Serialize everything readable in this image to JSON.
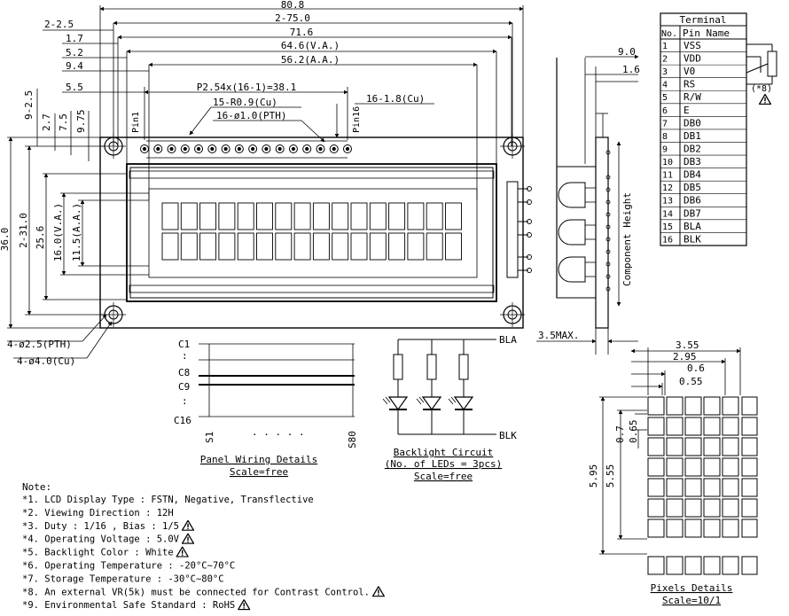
{
  "dims": {
    "top": [
      "80.8",
      "2-2.5",
      "2-75.0",
      "1.7",
      "71.6",
      "5.2",
      "64.6(V.A.)",
      "9.4",
      "56.2(A.A.)",
      "5.5",
      "P2.54x(16-1)=38.1"
    ],
    "pins": [
      "15-R0.9(Cu)",
      "16-ø1.0(PTH)",
      "16-1.8(Cu)"
    ],
    "pin1": "Pin1",
    "pin16": "Pin16",
    "left_vertical": [
      "9-2.5",
      "2.7",
      "7.5",
      "9.75",
      "36.0",
      "2-31.0",
      "25.6",
      "16.0(V.A.)",
      "11.5(A.A.)"
    ],
    "holes": [
      "4-ø2.5(PTH)",
      "4-ø4.0(Cu)"
    ],
    "side": [
      "9.0",
      "1.6",
      "3.5MAX.",
      "Component Height"
    ]
  },
  "terminal": {
    "title": "Terminal",
    "col_no": "No.",
    "col_pin": "Pin Name",
    "rows": [
      [
        "1",
        "VSS"
      ],
      [
        "2",
        "VDD"
      ],
      [
        "3",
        "V0"
      ],
      [
        "4",
        "RS"
      ],
      [
        "5",
        "R/W"
      ],
      [
        "6",
        "E"
      ],
      [
        "7",
        "DB0"
      ],
      [
        "8",
        "DB1"
      ],
      [
        "9",
        "DB2"
      ],
      [
        "10",
        "DB3"
      ],
      [
        "11",
        "DB4"
      ],
      [
        "12",
        "DB5"
      ],
      [
        "13",
        "DB6"
      ],
      [
        "14",
        "DB7"
      ],
      [
        "15",
        "BLA"
      ],
      [
        "16",
        "BLK"
      ]
    ],
    "vr_note": "(*8)"
  },
  "panel": {
    "labels": [
      "C1",
      ":",
      "C8",
      "C9",
      ":",
      "C16"
    ],
    "seg_s1": "S1",
    "seg_dots": "· · · · ·",
    "seg_s80": "S80",
    "title": "Panel Wiring Details",
    "scale": "Scale=free"
  },
  "backlight": {
    "bla": "BLA",
    "blk": "BLK",
    "title": "Backlight Circuit",
    "subtitle": "(No. of LEDs = 3pcs)",
    "scale": "Scale=free"
  },
  "pixels": {
    "dims": [
      "3.55",
      "2.95",
      "0.6",
      "0.55",
      "0.7",
      "0.65",
      "5.95",
      "5.55"
    ],
    "title": "Pixels Details",
    "scale": "Scale=10/1"
  },
  "notes": {
    "heading": "Note:",
    "items": [
      "*1. LCD Display Type : FSTN, Negative, Transflective",
      "*2. Viewing Direction : 12H",
      "*3. Duty : 1/16 , Bias : 1/5",
      "*4. Operating Voltage : 5.0V",
      "*5. Backlight Color : White",
      "*6. Operating Temperature : -20°C~70°C",
      "*7. Storage Temperature : -30°C~80°C",
      "*8. An external VR(5k) must be connected for Contrast Control.",
      "*9. Environmental Safe Standard : RoHS"
    ]
  }
}
